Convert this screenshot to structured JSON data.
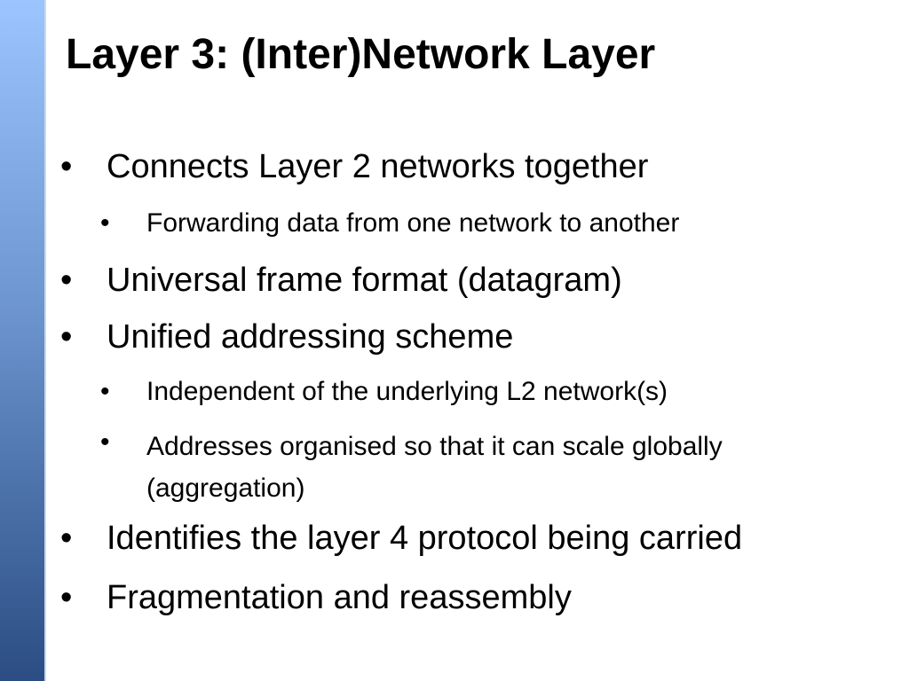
{
  "slide": {
    "title": "Layer 3: (Inter)Network Layer",
    "bullet_char": "•",
    "items": [
      {
        "level": 1,
        "text": "Connects Layer 2 networks together"
      },
      {
        "level": 2,
        "text": "Forwarding data from one network to another"
      },
      {
        "level": 1,
        "text": "Universal frame format (datagram)"
      },
      {
        "level": 1,
        "text": "Unified addressing scheme"
      },
      {
        "level": 2,
        "text": "Independent of the underlying L2 network(s)"
      },
      {
        "level": 2,
        "text": "Addresses organised so that it can scale globally (aggregation)"
      },
      {
        "level": 1,
        "text": "Identifies the layer 4 protocol being carried"
      },
      {
        "level": 1,
        "text": "Fragmentation and reassembly"
      }
    ]
  },
  "colors": {
    "sidebar_top": "#9cc4ff",
    "sidebar_bottom": "#2b4d84",
    "text": "#000000",
    "background": "#ffffff"
  }
}
